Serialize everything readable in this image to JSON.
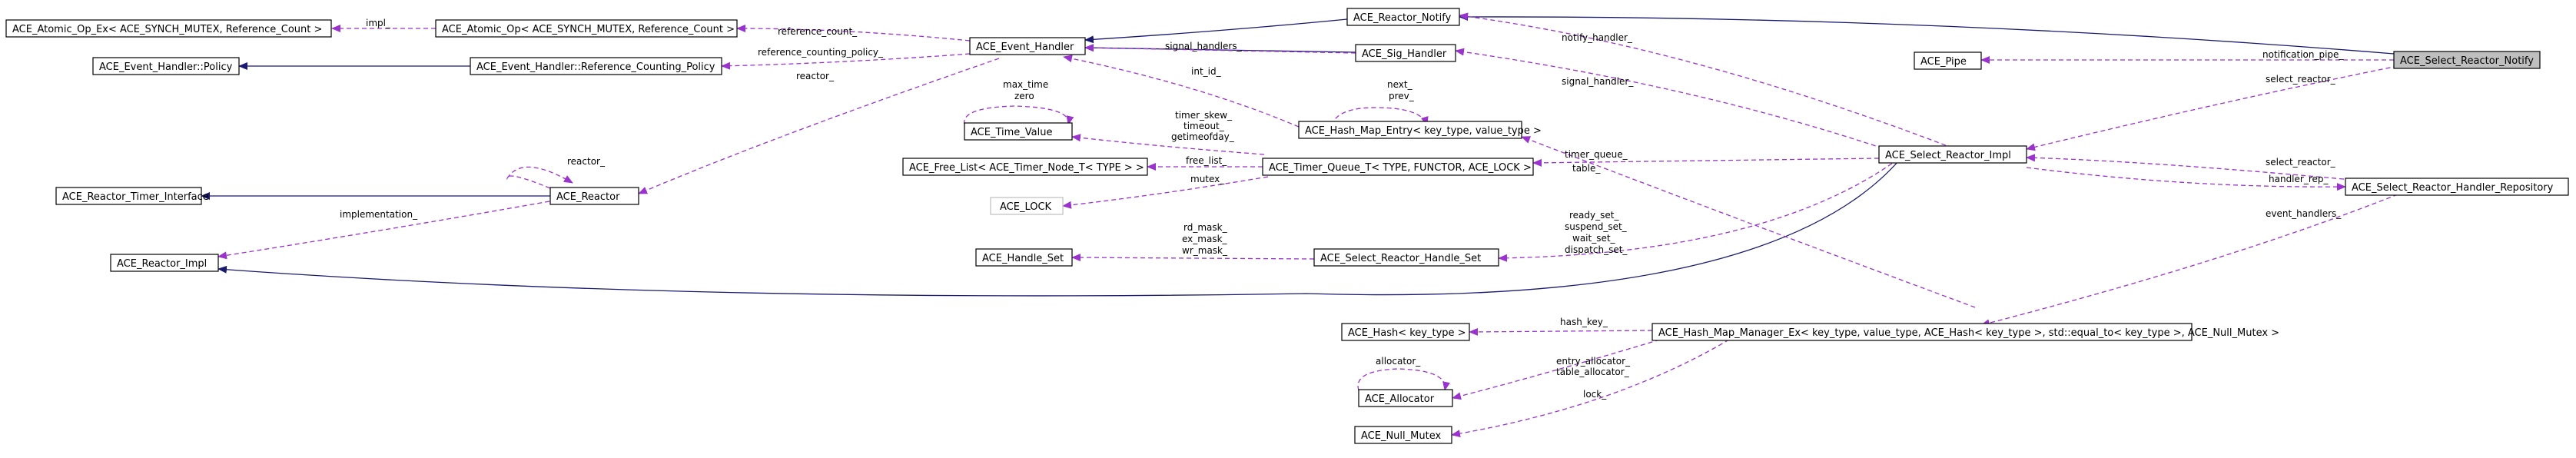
{
  "nodes": {
    "atomic_op_ex": "ACE_Atomic_Op_Ex< ACE_SYNCH_MUTEX, Reference_Count >",
    "event_handler_policy": "ACE_Event_Handler::Policy",
    "reactor_timer_interface": "ACE_Reactor_Timer_Interface",
    "reactor_impl": "ACE_Reactor_Impl",
    "atomic_op": "ACE_Atomic_Op< ACE_SYNCH_MUTEX, Reference_Count >",
    "ref_counting_policy": "ACE_Event_Handler::Reference_Counting_Policy",
    "reactor": "ACE_Reactor",
    "event_handler": "ACE_Event_Handler",
    "time_value": "ACE_Time_Value",
    "free_list": "ACE_Free_List< ACE_Timer_Node_T< TYPE > >",
    "ace_lock": "ACE_LOCK",
    "handle_set": "ACE_Handle_Set",
    "reactor_notify": "ACE_Reactor_Notify",
    "sig_handler": "ACE_Sig_Handler",
    "hash_map_entry": "ACE_Hash_Map_Entry< key_type, value_type >",
    "timer_queue": "ACE_Timer_Queue_T< TYPE, FUNCTOR, ACE_LOCK >",
    "select_reactor_handle_set": "ACE_Select_Reactor_Handle_Set",
    "hash": "ACE_Hash< key_type >",
    "allocator": "ACE_Allocator",
    "null_mutex": "ACE_Null_Mutex",
    "pipe": "ACE_Pipe",
    "select_reactor_impl": "ACE_Select_Reactor_Impl",
    "hash_map_manager": "ACE_Hash_Map_Manager_Ex< key_type, value_type, ACE_Hash< key_type >, std::equal_to< key_type >, ACE_Null_Mutex >",
    "select_reactor_notify": "ACE_Select_Reactor_Notify",
    "select_reactor_handler_repository": "ACE_Select_Reactor_Handler_Repository"
  },
  "edge_labels": {
    "impl": "impl_",
    "reference_count": "reference_count_",
    "reference_counting_policy": "reference_counting_policy_",
    "reactor_self": "reactor_",
    "reactor_eh": "reactor_",
    "implementation": "implementation_",
    "signal_handlers": "signal_handlers_",
    "int_id": "int_id_",
    "next_prev": [
      "next_",
      "prev_"
    ],
    "max_time_zero": [
      "max_time",
      "zero"
    ],
    "timer_skew": [
      "timer_skew_",
      "timeout_",
      "getimeofday_"
    ],
    "free_list": "free_list_",
    "mutex": "mutex_",
    "masks": [
      "rd_mask_",
      "ex_mask_",
      "wr_mask_"
    ],
    "notify_handler": "notify_handler_",
    "signal_handler": "signal_handler_",
    "timer_queue": "timer_queue_",
    "table": "table_",
    "ready_sets": [
      "ready_set_",
      "suspend_set_",
      "wait_set_",
      "dispatch_set_"
    ],
    "notification_pipe": "notification_pipe_",
    "select_reactor_notify": "select_reactor_",
    "select_reactor_repo": "select_reactor_",
    "handler_rep": "handler_rep_",
    "event_handlers": "event_handlers_",
    "hash_key": "hash_key_",
    "allocator_self": "allocator_",
    "allocators": [
      "entry_allocator_",
      "table_allocator_"
    ],
    "lock": "lock_"
  },
  "colors": {
    "inheritance": "#191970",
    "usage": "#9a32cd",
    "highlight_fill": "#bfbfbf"
  }
}
